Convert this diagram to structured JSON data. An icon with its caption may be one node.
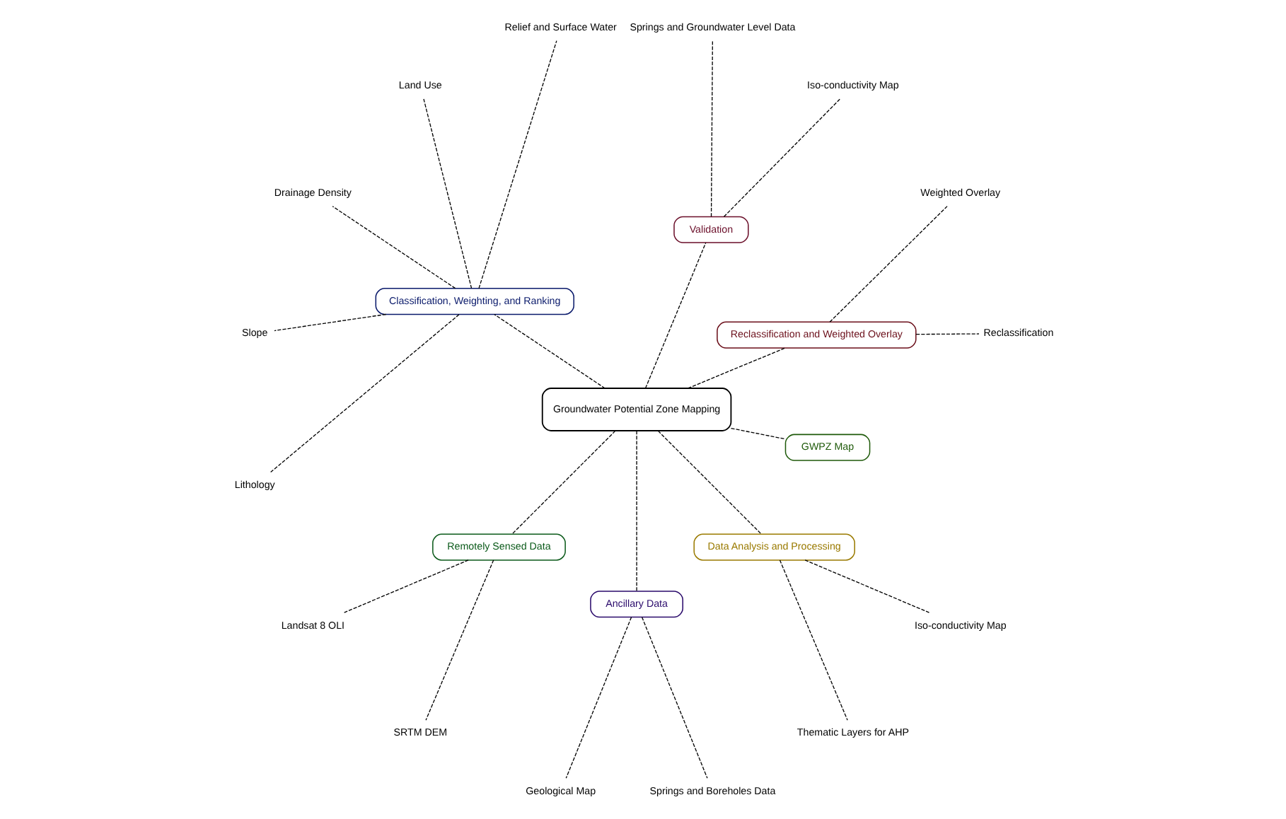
{
  "diagram": {
    "nodes": [
      {
        "text": [
          "Groundwater Potential Zone Mapping"
        ]
      },
      {
        "text": [
          "Reclassification and Weighted Overlay"
        ]
      },
      {
        "text": [
          "Reclassification"
        ]
      },
      {
        "text": [
          "Weighted Overlay"
        ]
      },
      {
        "text": [
          "Validation"
        ]
      },
      {
        "text": [
          "Iso-conductivity Map"
        ]
      },
      {
        "text": [
          "Springs and Groundwater Level Data"
        ]
      },
      {
        "text": [
          "Classification, Weighting, and Ranking"
        ]
      },
      {
        "text": [
          "Relief and Surface Water"
        ]
      },
      {
        "text": [
          "Land Use"
        ]
      },
      {
        "text": [
          "Drainage Density"
        ]
      },
      {
        "text": [
          "Slope"
        ]
      },
      {
        "text": [
          "Lithology"
        ]
      },
      {
        "text": [
          "Remotely Sensed Data"
        ]
      },
      {
        "text": [
          "Landsat 8 OLI"
        ]
      },
      {
        "text": [
          "SRTM DEM"
        ]
      },
      {
        "text": [
          "Ancillary Data"
        ]
      },
      {
        "text": [
          "Geological Map"
        ]
      },
      {
        "text": [
          "Springs and Boreholes Data"
        ]
      },
      {
        "text": [
          "Data Analysis and Processing"
        ]
      },
      {
        "text": [
          "Thematic Layers for AHP"
        ]
      },
      {
        "text": [
          "Iso-conductivity Map"
        ]
      },
      {
        "text": [
          "GWPZ Map"
        ]
      }
    ],
    "edges": [
      {
        "from": 0,
        "to": 1,
        "arrow": "none",
        "style": "dashed"
      },
      {
        "from": 1,
        "to": 2,
        "arrow": "none",
        "style": "dashed"
      },
      {
        "from": 1,
        "to": 3,
        "arrow": "none",
        "style": "dashed"
      },
      {
        "from": 0,
        "to": 4,
        "arrow": "none",
        "style": "dashed"
      },
      {
        "from": 4,
        "to": 5,
        "arrow": "none",
        "style": "dashed"
      },
      {
        "from": 4,
        "to": 6,
        "arrow": "none",
        "style": "dashed"
      },
      {
        "from": 0,
        "to": 7,
        "arrow": "none",
        "style": "dashed"
      },
      {
        "from": 7,
        "to": 8,
        "arrow": "none",
        "style": "dashed"
      },
      {
        "from": 7,
        "to": 9,
        "arrow": "none",
        "style": "dashed"
      },
      {
        "from": 7,
        "to": 10,
        "arrow": "none",
        "style": "dashed"
      },
      {
        "from": 7,
        "to": 11,
        "arrow": "none",
        "style": "dashed"
      },
      {
        "from": 7,
        "to": 12,
        "arrow": "none",
        "style": "dashed"
      },
      {
        "from": 0,
        "to": 13,
        "arrow": "none",
        "style": "dashed"
      },
      {
        "from": 13,
        "to": 14,
        "arrow": "none",
        "style": "dashed"
      },
      {
        "from": 13,
        "to": 15,
        "arrow": "none",
        "style": "dashed"
      },
      {
        "from": 0,
        "to": 16,
        "arrow": "none",
        "style": "dashed"
      },
      {
        "from": 16,
        "to": 17,
        "arrow": "none",
        "style": "dashed"
      },
      {
        "from": 16,
        "to": 18,
        "arrow": "none",
        "style": "dashed"
      },
      {
        "from": 0,
        "to": 19,
        "arrow": "none",
        "style": "dashed"
      },
      {
        "from": 19,
        "to": 20,
        "arrow": "none",
        "style": "dashed"
      },
      {
        "from": 19,
        "to": 21,
        "arrow": "none",
        "style": "dashed"
      },
      {
        "from": 0,
        "to": 22,
        "arrow": "none",
        "style": "dashed"
      }
    ]
  }
}
